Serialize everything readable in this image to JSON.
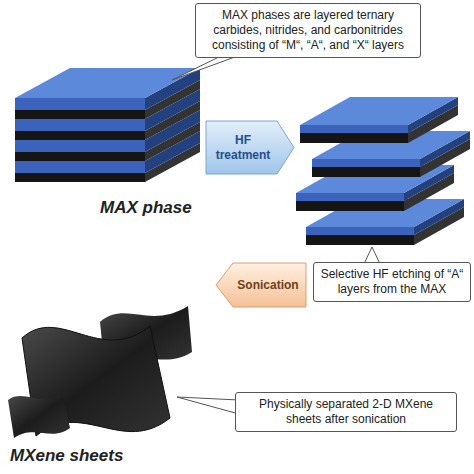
{
  "diagram": {
    "nodes": [
      {
        "text": [
          "MAX phases are layered ternary carbides, nitrides, and carbonitrides consisting of “M“, “A“, and “X“ layers"
        ]
      },
      {
        "text": [
          "HF treatment"
        ]
      },
      {
        "text": [
          "Selective HF etching of “A“ layers from the MAX"
        ]
      },
      {
        "text": [
          "Sonication"
        ]
      },
      {
        "text": [
          "Physically separated 2-D MXene sheets after sonication"
        ]
      }
    ],
    "labels": [
      "MAX phase",
      "MXene sheets"
    ]
  }
}
